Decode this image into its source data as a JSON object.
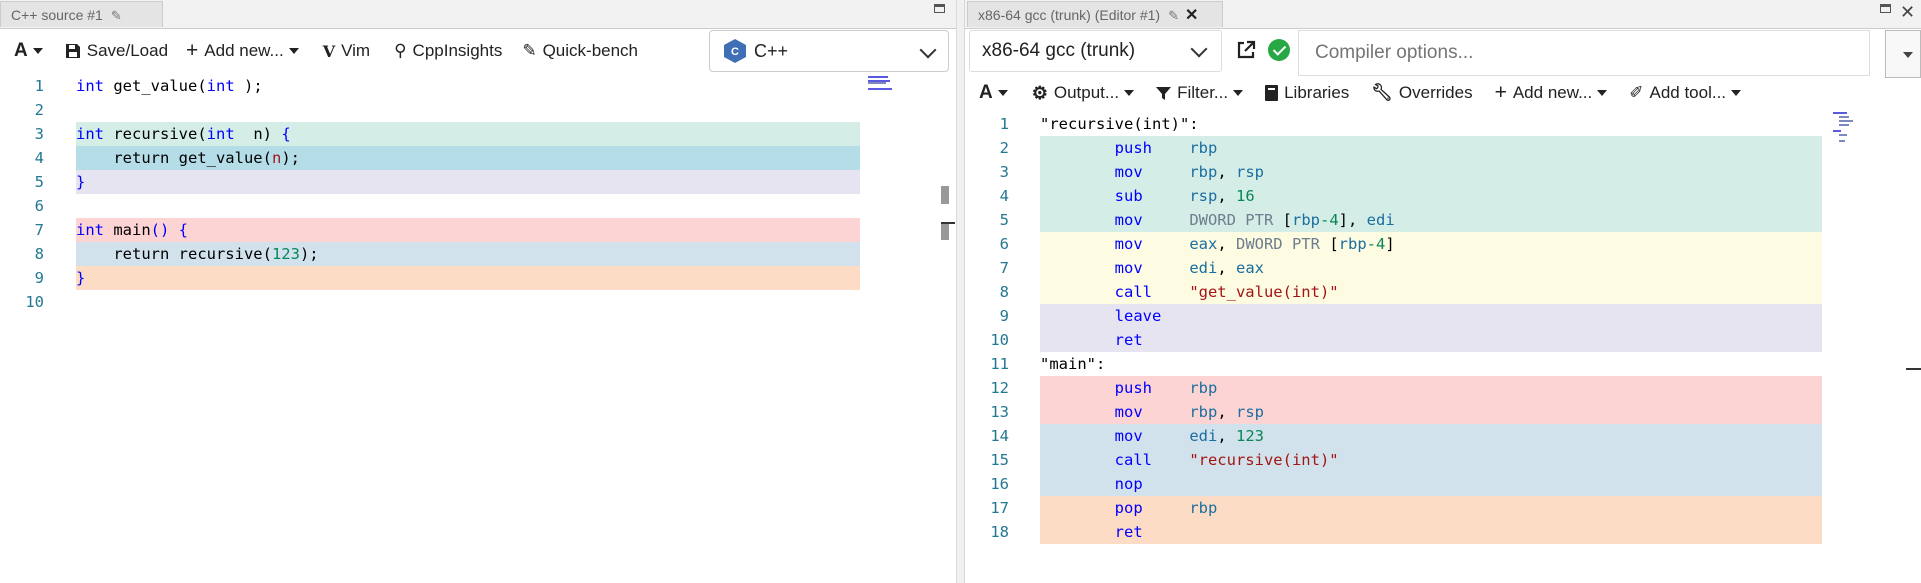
{
  "left": {
    "tab_title": "C++ source #1",
    "toolbar": {
      "save_load": "Save/Load",
      "add_new": "Add new...",
      "vim": "Vim",
      "cppinsights": "CppInsights",
      "quickbench": "Quick-bench"
    },
    "language": "C++",
    "lines": [
      {
        "n": "1",
        "bg": "",
        "parts": [
          [
            "kw",
            "int"
          ],
          [
            "",
            "get_value("
          ],
          [
            "kw",
            "int"
          ],
          [
            "",
            ");"
          ]
        ]
      },
      {
        "n": "2",
        "bg": "",
        "parts": []
      },
      {
        "n": "3",
        "bg": "#d4ede7",
        "parts": [
          [
            "kw",
            "int"
          ],
          [
            "",
            "recursive("
          ],
          [
            "kw",
            "int"
          ],
          [
            "",
            " n) "
          ],
          [
            "kw",
            "{"
          ]
        ]
      },
      {
        "n": "4",
        "bg": "#b4dde8",
        "parts": [
          [
            "",
            "    return get_value("
          ],
          [
            "str",
            "n"
          ],
          [
            "",
            ");"
          ]
        ]
      },
      {
        "n": "5",
        "bg": "#e6e4f0",
        "parts": [
          [
            "kw",
            "}"
          ]
        ]
      },
      {
        "n": "6",
        "bg": "",
        "parts": []
      },
      {
        "n": "7",
        "bg": "#fcd4d4",
        "parts": [
          [
            "kw",
            "int"
          ],
          [
            "",
            "main"
          ],
          [
            "kw",
            "() {"
          ]
        ]
      },
      {
        "n": "8",
        "bg": "#d2e2ec",
        "parts": [
          [
            "",
            "    return recursive("
          ],
          [
            "num",
            "123"
          ],
          [
            "",
            ");"
          ]
        ]
      },
      {
        "n": "9",
        "bg": "#fcdcc4",
        "parts": [
          [
            "kw",
            "}"
          ]
        ]
      },
      {
        "n": "10",
        "bg": "",
        "parts": []
      }
    ]
  },
  "right": {
    "tab_title": "x86-64 gcc (trunk) (Editor #1)",
    "compiler": "x86-64 gcc (trunk)",
    "options_placeholder": "Compiler options...",
    "toolbar": {
      "output": "Output...",
      "filter": "Filter...",
      "libraries": "Libraries",
      "overrides": "Overrides",
      "add_new": "Add new...",
      "add_tool": "Add tool..."
    },
    "lines": [
      {
        "n": "1",
        "bg": "",
        "parts": [
          [
            "lbl",
            "\"recursive(int)\":"
          ]
        ]
      },
      {
        "n": "2",
        "bg": "#d4ede7",
        "parts": [
          [
            "mn",
            "        push    "
          ],
          [
            "reg",
            "rbp"
          ]
        ]
      },
      {
        "n": "3",
        "bg": "#d4ede7",
        "parts": [
          [
            "mn",
            "        mov     "
          ],
          [
            "reg",
            "rbp"
          ],
          [
            "",
            ", "
          ],
          [
            "reg",
            "rsp"
          ]
        ]
      },
      {
        "n": "4",
        "bg": "#d4ede7",
        "parts": [
          [
            "mn",
            "        sub     "
          ],
          [
            "reg",
            "rsp"
          ],
          [
            "",
            ", "
          ],
          [
            "num",
            "16"
          ]
        ]
      },
      {
        "n": "5",
        "bg": "#d4ede7",
        "parts": [
          [
            "mn",
            "        mov     "
          ],
          [
            "ptr",
            "DWORD PTR "
          ],
          [
            "",
            "["
          ],
          [
            "reg",
            "rbp"
          ],
          [
            "num",
            "-4"
          ],
          [
            "",
            "], "
          ],
          [
            "reg",
            "edi"
          ]
        ]
      },
      {
        "n": "6",
        "bg": "#fdfbe2",
        "parts": [
          [
            "mn",
            "        mov     "
          ],
          [
            "reg",
            "eax"
          ],
          [
            "",
            ", "
          ],
          [
            "ptr",
            "DWORD PTR "
          ],
          [
            "",
            "["
          ],
          [
            "reg",
            "rbp"
          ],
          [
            "num",
            "-4"
          ],
          [
            "",
            "]"
          ]
        ]
      },
      {
        "n": "7",
        "bg": "#fdfbe2",
        "parts": [
          [
            "mn",
            "        mov     "
          ],
          [
            "reg",
            "edi"
          ],
          [
            "",
            ", "
          ],
          [
            "reg",
            "eax"
          ]
        ]
      },
      {
        "n": "8",
        "bg": "#fdfbe2",
        "parts": [
          [
            "mn",
            "        call    "
          ],
          [
            "str",
            "\"get_value(int)\""
          ]
        ]
      },
      {
        "n": "9",
        "bg": "#e6e4f0",
        "parts": [
          [
            "mn",
            "        leave"
          ]
        ]
      },
      {
        "n": "10",
        "bg": "#e6e4f0",
        "parts": [
          [
            "mn",
            "        ret"
          ]
        ]
      },
      {
        "n": "11",
        "bg": "",
        "parts": [
          [
            "lbl",
            "\"main\":"
          ]
        ]
      },
      {
        "n": "12",
        "bg": "#fcd4d4",
        "parts": [
          [
            "mn",
            "        push    "
          ],
          [
            "reg",
            "rbp"
          ]
        ]
      },
      {
        "n": "13",
        "bg": "#fcd4d4",
        "parts": [
          [
            "mn",
            "        mov     "
          ],
          [
            "reg",
            "rbp"
          ],
          [
            "",
            ", "
          ],
          [
            "reg",
            "rsp"
          ]
        ]
      },
      {
        "n": "14",
        "bg": "#d2e2ec",
        "parts": [
          [
            "mn",
            "        mov     "
          ],
          [
            "reg",
            "edi"
          ],
          [
            "",
            ", "
          ],
          [
            "num",
            "123"
          ]
        ]
      },
      {
        "n": "15",
        "bg": "#d2e2ec",
        "parts": [
          [
            "mn",
            "        call    "
          ],
          [
            "str",
            "\"recursive(int)\""
          ]
        ]
      },
      {
        "n": "16",
        "bg": "#d2e2ec",
        "parts": [
          [
            "mn",
            "        nop"
          ]
        ]
      },
      {
        "n": "17",
        "bg": "#fcdcc4",
        "parts": [
          [
            "mn",
            "        pop     "
          ],
          [
            "reg",
            "rbp"
          ]
        ]
      },
      {
        "n": "18",
        "bg": "#fcdcc4",
        "parts": [
          [
            "mn",
            "        ret"
          ]
        ]
      }
    ]
  },
  "colors": {
    "accent_green": "#28a745",
    "line_number": "#237893"
  }
}
